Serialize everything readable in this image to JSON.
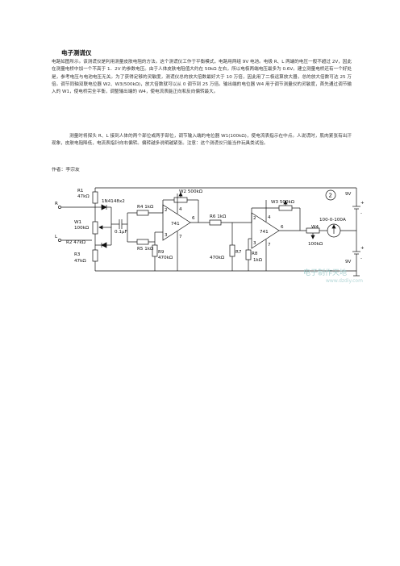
{
  "doc": {
    "title": "电子测谎仪",
    "paragraph1": "电路如图所示。该测谎仪是利用测量皮肤电阻的方法。这个测谎仪工作于平衡模式，电路用两组 9V 电池。电极 R、L 两端的电压一般不超过 2V，因此在测量电桥中加一个不高于 1．2V 的参数电压。由于人体皮肤电阻值大约在 50kΩ 左右，所以电极两端电压最多为 0.6V。建立测量电桥还有一个好处是，参考电压与电池电压无关。为了获得足够的灵敏度，测谎仪总的放大倍数最好大于 10 万倍，因此用了二极运算放大器，总的放大倍数可达 25 万倍。调节同轴双联电位器 W2、W3(500kΩ)，放大倍数就可以从 0 调节到 25 万倍。输出端的电位器 W4 用于调节测量仪的灵敏度，首先通过调节输入的 W1，使电桥完全平衡，调整输出端的 W4，使电流表能正向和反向偏转最大。",
    "paragraph2": "测量时将探头 R、L 接到人体的两个部位或两手部位，调节输入端的电位器 W1(100kΩ)，使电流表指示在中点。人说谎时，肌肉紧张有出汗现象，皮肤电阻降低，电流表指针向右偏转。偏转越多说明越紧张。注意：这个测谎仪只能当作玩具类试验。",
    "author": "作者：李宗友"
  },
  "circuit": {
    "label_R": "R",
    "label_L": "L",
    "label_R1a": "R1",
    "label_R1b": "47kΩ",
    "label_W1a": "W1",
    "label_W1b": "100kΩ",
    "label_R2": "R2 47kΩ",
    "label_R3a": "R3",
    "label_R3b": "47kΩ",
    "label_diode": "1N4148x2",
    "label_cap": "0.1μF",
    "label_R4": "R4 1kΩ",
    "label_R5": "R5 1kΩ",
    "label_R9a": "R9",
    "label_R9b": "470kΩ",
    "label_W2": "W2 500kΩ",
    "label_opamp1": "741",
    "label_R6": "R6 1kΩ",
    "label_R7a": "R7",
    "label_R7b": "470kΩ",
    "label_R8a": "R8",
    "label_R8b": "1kΩ",
    "label_opamp2": "741",
    "label_W3": "W3 500kΩ",
    "label_W4a": "W4",
    "label_W4b": "100kΩ",
    "label_meter": "100-0-100A",
    "label_circle": "2",
    "label_9v_top": "9V",
    "label_9v_bottom": "9V",
    "pin_2a": "2",
    "pin_3a": "3",
    "pin_4a": "4",
    "pin_6a": "6",
    "pin_7a": "7",
    "pin_2b": "2",
    "pin_3b": "3",
    "pin_4b": "4",
    "pin_6b": "6",
    "pin_7b": "7",
    "label_plus_top": "+",
    "label_minus_top": "-",
    "label_plus_bottom": "+",
    "label_minus_bottom": "-"
  },
  "watermark": {
    "line1": "电子制作天地",
    "line2": "www.dzdiy.com"
  }
}
